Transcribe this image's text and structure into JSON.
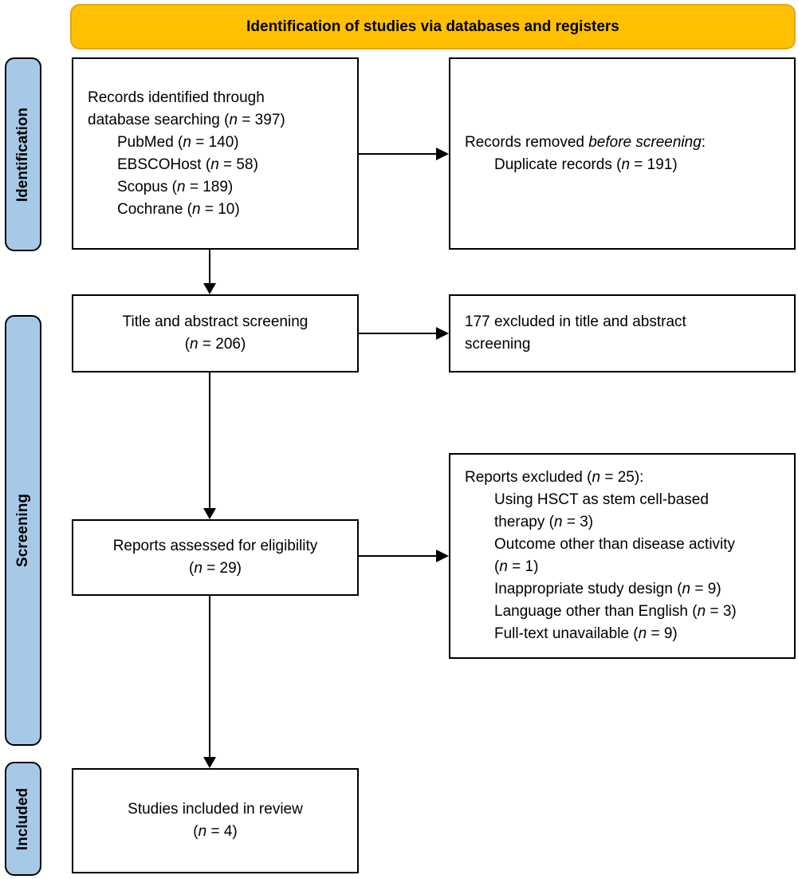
{
  "banner": {
    "label": "Identification of studies via databases and registers"
  },
  "stages": {
    "identification": "Identification",
    "screening": "Screening",
    "included": "Included"
  },
  "boxes": {
    "records_identified": {
      "title": [
        "Records identified through",
        "database searching (*n* = 397)"
      ],
      "items": [
        "PubMed (*n* = 140)",
        "EBSCOHost (*n* = 58)",
        "Scopus (*n* = 189)",
        "Cochrane (*n* = 10)"
      ]
    },
    "records_removed": {
      "title": [
        "Records removed *before screening*:"
      ],
      "items": [
        "Duplicate records (*n* = 191)"
      ]
    },
    "title_abstract_screening": {
      "lines": [
        "Title and abstract screening",
        "(*n* = 206)"
      ]
    },
    "excluded_title_abstract": {
      "lines": [
        "177 excluded in title and abstract",
        "screening"
      ]
    },
    "reports_assessed": {
      "lines": [
        "Reports assessed for eligibility",
        "(*n* = 29)"
      ]
    },
    "reports_excluded": {
      "title": [
        "Reports excluded (*n* = 25):"
      ],
      "items": [
        [
          "Using HSCT as stem cell-based",
          "therapy (*n* = 3)"
        ],
        [
          "Outcome other than disease activity",
          "(*n* = 1)"
        ],
        [
          "Inappropriate study design (*n* = 9)"
        ],
        [
          "Language other than English (*n* = 3)"
        ],
        [
          "Full-text unavailable (*n* = 9)"
        ]
      ]
    },
    "studies_included": {
      "lines": [
        "Studies included in review",
        "(*n* = 4)"
      ]
    }
  },
  "colors": {
    "banner_fill": "#FEC000",
    "banner_border": "#E2A412",
    "stage_fill": "#A6C9E8",
    "outline": "#000000"
  }
}
